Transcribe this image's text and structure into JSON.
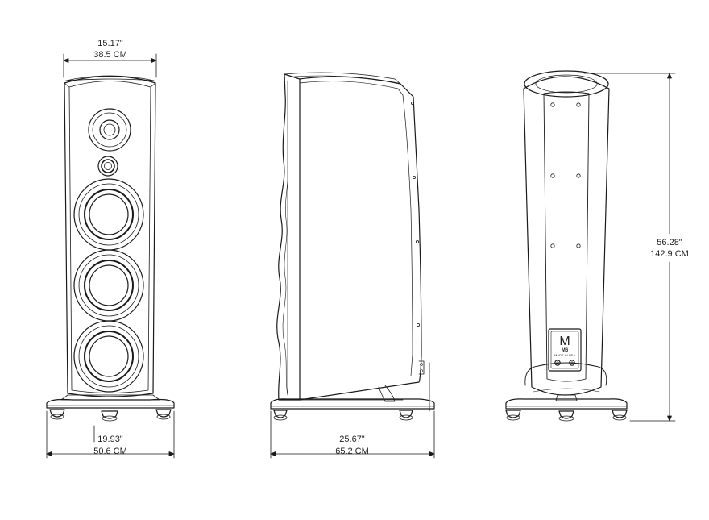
{
  "views": {
    "front": {
      "width_in": "15.17\"",
      "width_cm": "38.5 CM",
      "base_in": "19.93\"",
      "base_cm": "50.6 CM"
    },
    "side": {
      "depth_in": "25.67\"",
      "depth_cm": "65.2 CM"
    },
    "rear": {
      "height_in": "56.28\"",
      "height_cm": "142.9 CM",
      "plate_logo": "M",
      "plate_model": "M6",
      "plate_text": "MADE IN USA"
    }
  }
}
